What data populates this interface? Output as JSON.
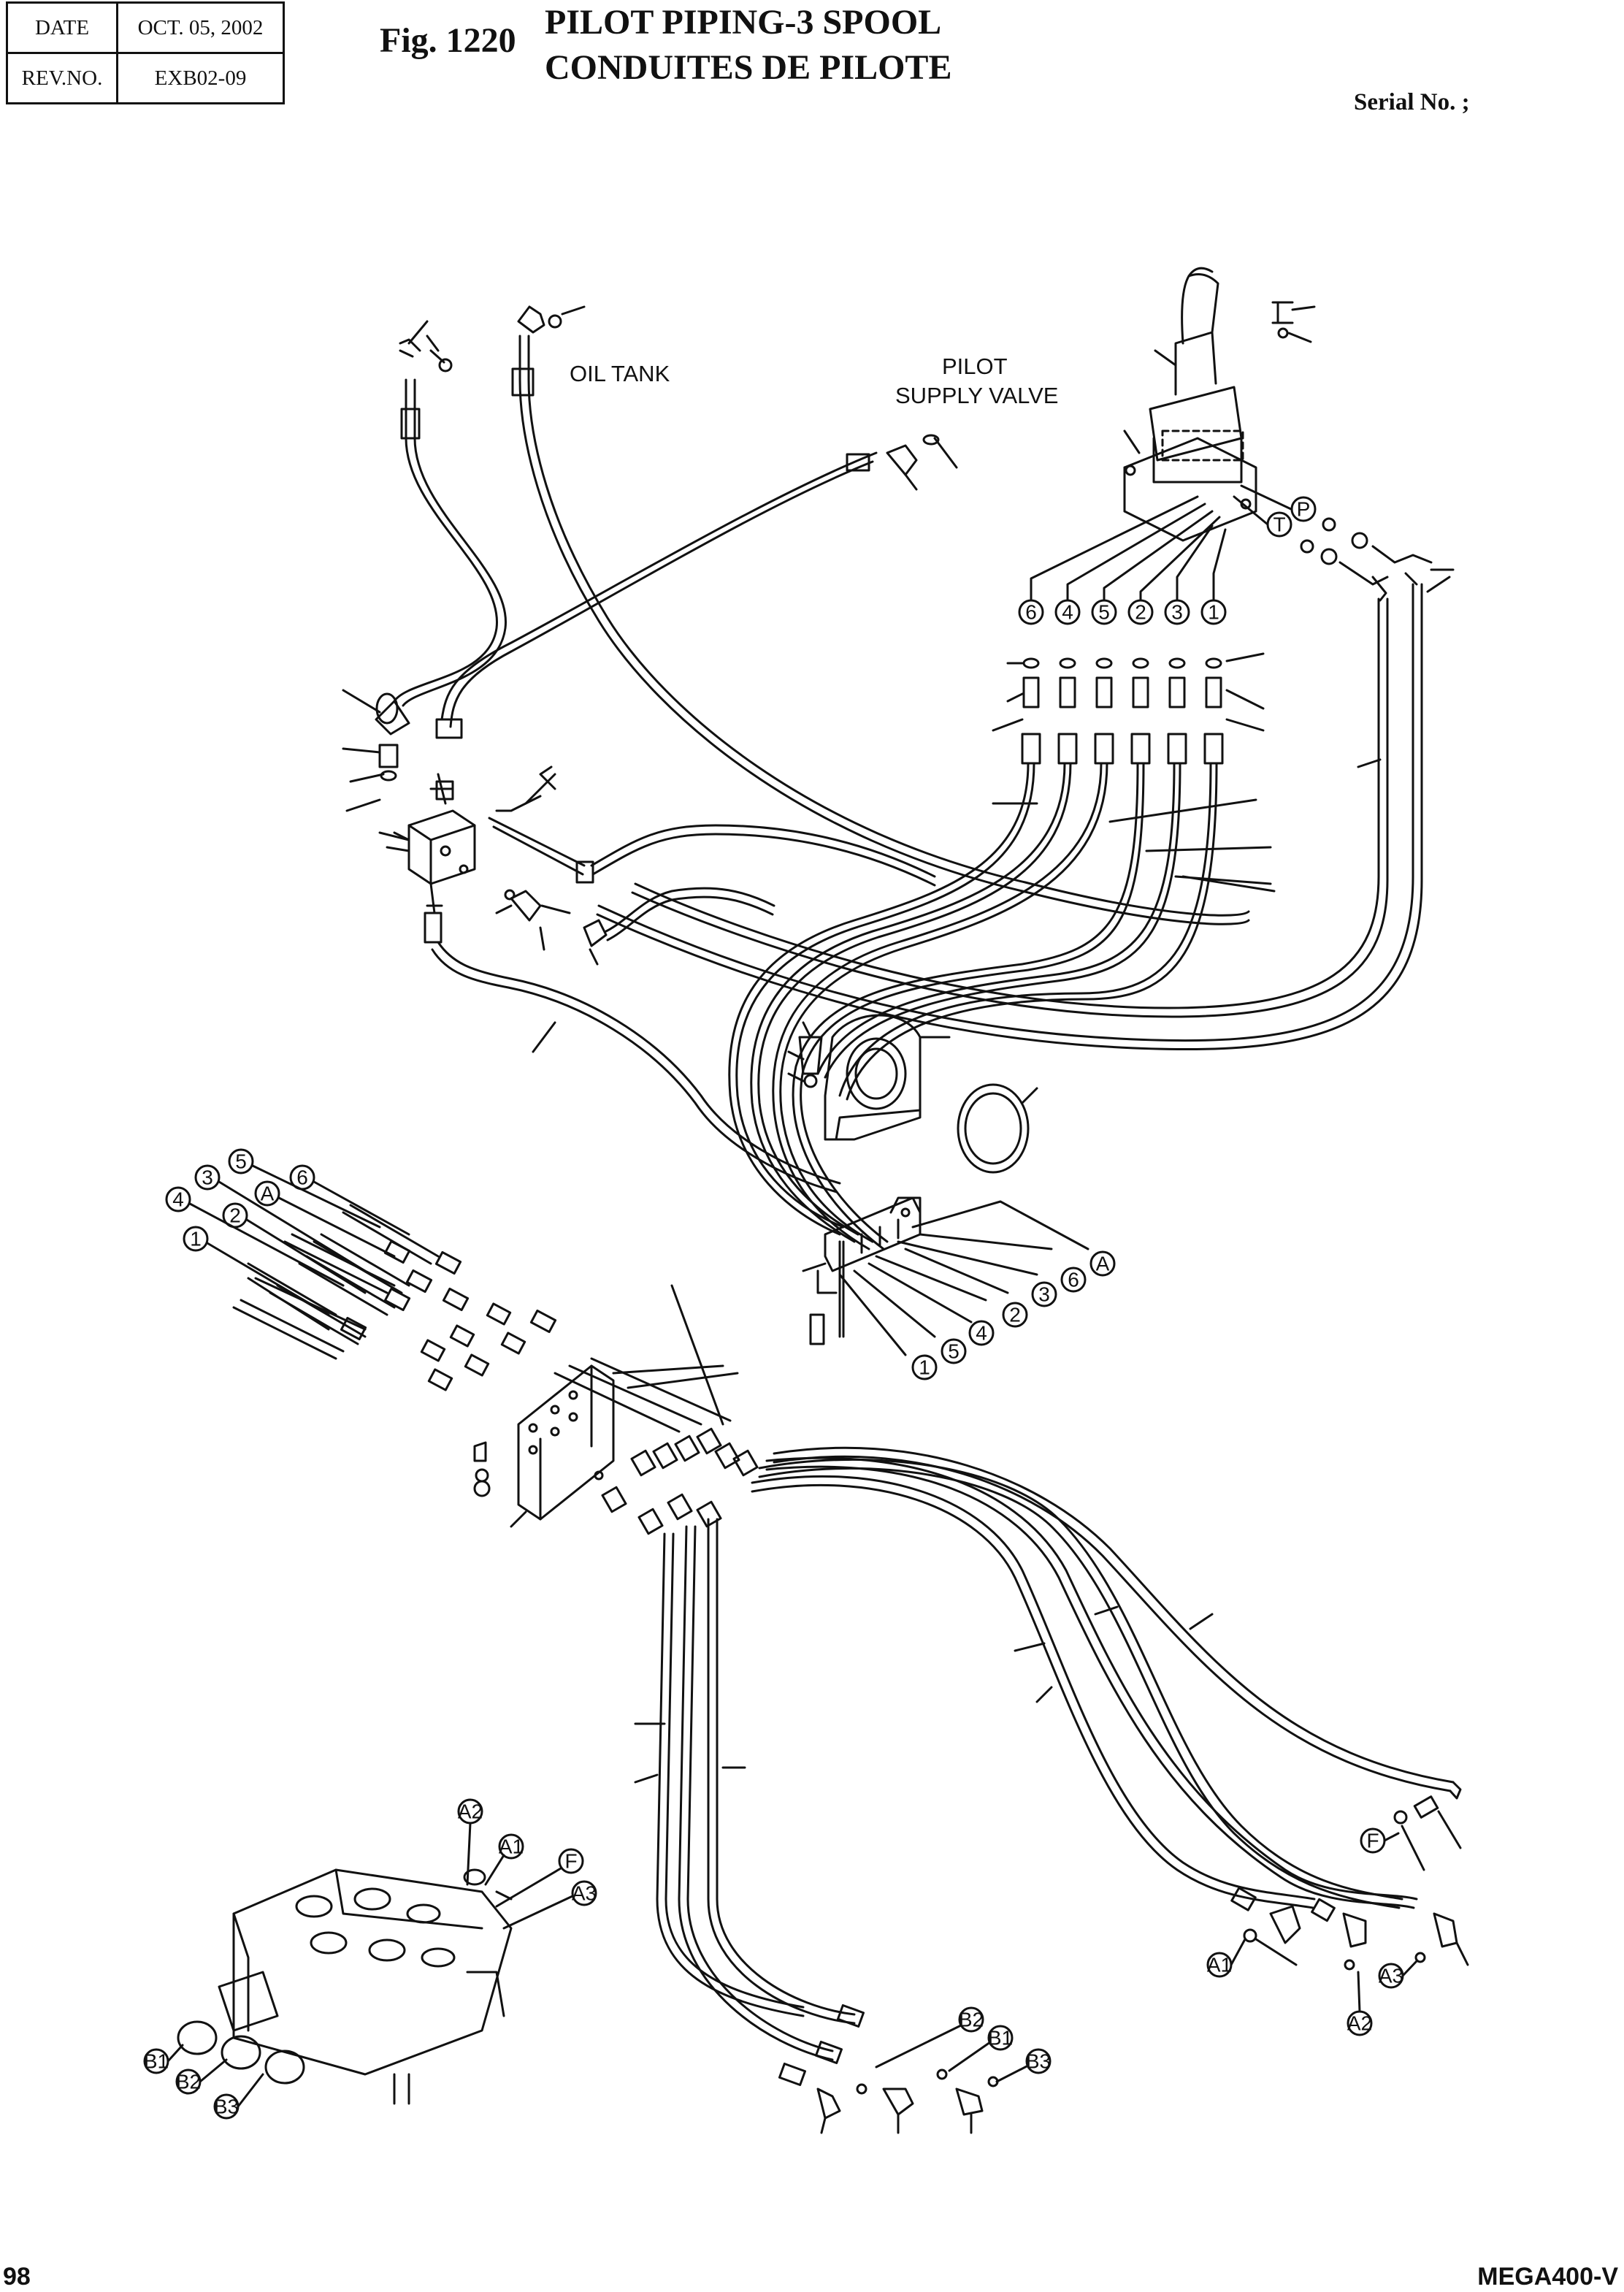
{
  "header": {
    "date_label": "DATE",
    "date_value": "OCT. 05, 2002",
    "rev_label": "REV.NO.",
    "rev_value": "EXB02-09"
  },
  "figure": {
    "number": "Fig. 1220",
    "title_en": "PILOT PIPING-3 SPOOL",
    "title_fr": "CONDUITES DE PILOTE",
    "serial": "Serial No. ;"
  },
  "annotations": {
    "oil_tank": "OIL TANK",
    "pilot_supply_line1": "PILOT",
    "pilot_supply_line2": "SUPPLY VALVE"
  },
  "callouts": {
    "joystick_ports": [
      "6",
      "4",
      "5",
      "2",
      "3",
      "1"
    ],
    "pressure_tank": [
      "P",
      "T"
    ],
    "block_right": [
      "A",
      "6",
      "3",
      "2",
      "4",
      "5",
      "1"
    ],
    "block_left": [
      "5",
      "6",
      "3",
      "A",
      "4",
      "2",
      "1"
    ],
    "valve_ports": [
      "A2",
      "A1",
      "F",
      "A3",
      "B1",
      "B2",
      "B3"
    ],
    "lower_right": [
      "F",
      "A1",
      "A3",
      "A2"
    ],
    "lower_mid": [
      "B2",
      "B1",
      "B3"
    ]
  },
  "footer": {
    "page": "98",
    "model": "MEGA400-V"
  }
}
